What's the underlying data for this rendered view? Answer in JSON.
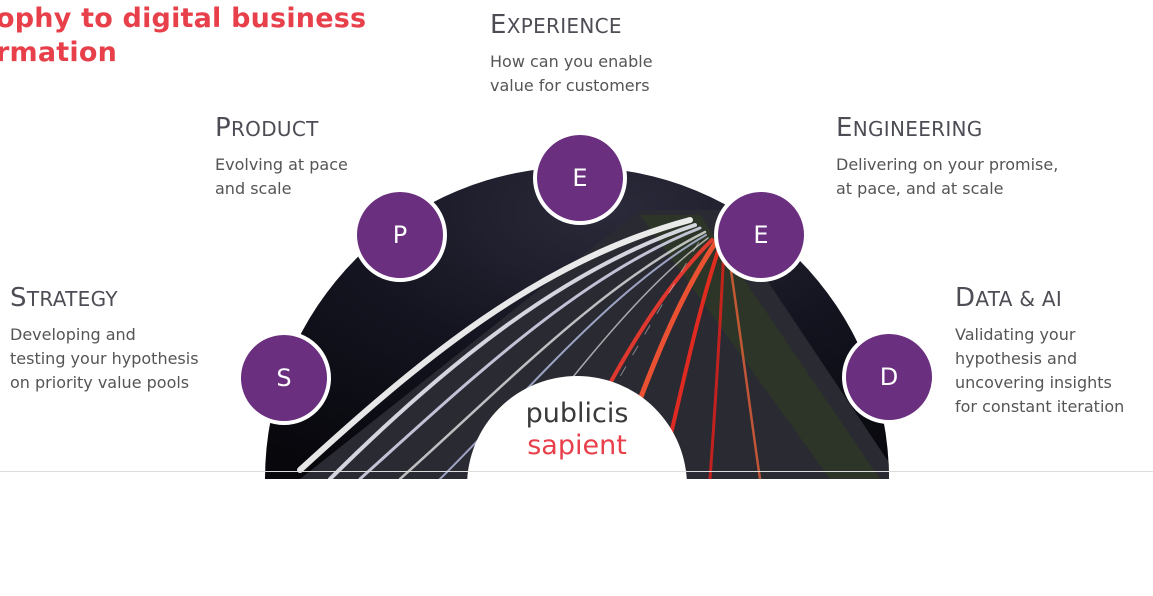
{
  "headline": {
    "line1": "ophy to digital business",
    "line2": "rmation",
    "color": "#e8404b"
  },
  "steps": [
    {
      "letter": "S",
      "title_cap": "S",
      "title_rest": "TRATEGY",
      "desc": [
        "Developing and",
        "testing your hypothesis",
        "on priority value pools"
      ]
    },
    {
      "letter": "P",
      "title_cap": "P",
      "title_rest": "RODUCT",
      "desc": [
        "Evolving at pace",
        "and scale"
      ]
    },
    {
      "letter": "E",
      "title_cap": "E",
      "title_rest": "XPERIENCE",
      "desc": [
        "How can you enable",
        "value for customers"
      ]
    },
    {
      "letter": "E",
      "title_cap": "E",
      "title_rest": "NGINEERING",
      "desc": [
        "Delivering on your promise,",
        "at pace, and at scale"
      ]
    },
    {
      "letter": "D",
      "title_cap": "D",
      "title_rest": "ATA & AI",
      "desc": [
        "Validating your",
        "hypothesis and",
        "uncovering insights",
        "for constant iteration"
      ]
    }
  ],
  "logo": {
    "line1": "publicis",
    "line2": "sapient",
    "line1_color": "#3a3a3a",
    "line2_color": "#e8404b"
  },
  "colors": {
    "circle": "#6a2f7e",
    "text": "#4d4d55"
  }
}
